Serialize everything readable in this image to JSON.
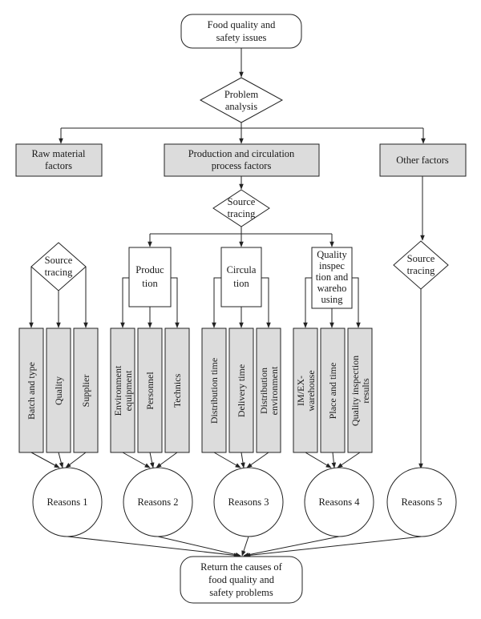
{
  "top": [
    "Food quality and",
    "safety issues"
  ],
  "problem_analysis": [
    "Problem",
    "analysis"
  ],
  "factors": {
    "raw": [
      "Raw material",
      "factors"
    ],
    "production": [
      "Production and circulation",
      "process factors"
    ],
    "other": [
      "Other factors"
    ]
  },
  "source_tracing": [
    "Source",
    "tracing"
  ],
  "sub_boxes": {
    "production": [
      "Produc",
      "tion"
    ],
    "circulation": [
      "Circula",
      "tion"
    ],
    "quality": [
      "Quality",
      "inspec",
      "tion and",
      "wareho",
      "using"
    ]
  },
  "columns": {
    "g1": [
      "Batch and type",
      "Quality",
      "Supplier"
    ],
    "g2": [
      [
        "Environment",
        "equipment"
      ],
      [
        "Personnel"
      ],
      [
        "Technics"
      ]
    ],
    "g3": [
      [
        "Distribution time"
      ],
      [
        "Delivery time"
      ],
      [
        "Distribution",
        "environment"
      ]
    ],
    "g4": [
      [
        "IM/EX-",
        "warehouse"
      ],
      [
        "Place and time"
      ],
      [
        "Quality inspection",
        "results"
      ]
    ]
  },
  "reasons": [
    "Reasons 1",
    "Reasons 2",
    "Reasons 3",
    "Reasons 4",
    "Reasons 5"
  ],
  "bottom": [
    "Return the causes of",
    "food quality and",
    "safety problems"
  ]
}
